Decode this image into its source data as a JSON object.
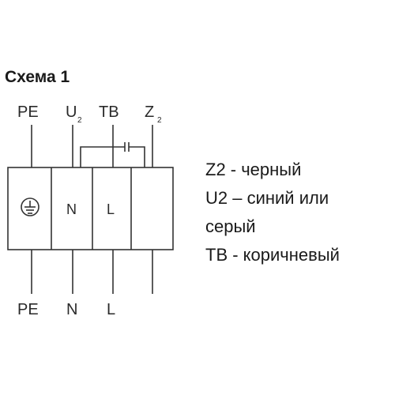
{
  "title": "Схема 1",
  "terminals_top": [
    {
      "label": "PE",
      "subscript": ""
    },
    {
      "label": "U",
      "subscript": "2"
    },
    {
      "label": "TB",
      "subscript": ""
    },
    {
      "label": "Z",
      "subscript": "2"
    }
  ],
  "cells": [
    "",
    "N",
    "L",
    ""
  ],
  "ground_symbol": "ground-icon",
  "terminals_bottom": [
    "PE",
    "N",
    "L"
  ],
  "legend": [
    "Z2 - черный",
    "U2 – синий или",
    "серый",
    "TB - коричневый"
  ]
}
